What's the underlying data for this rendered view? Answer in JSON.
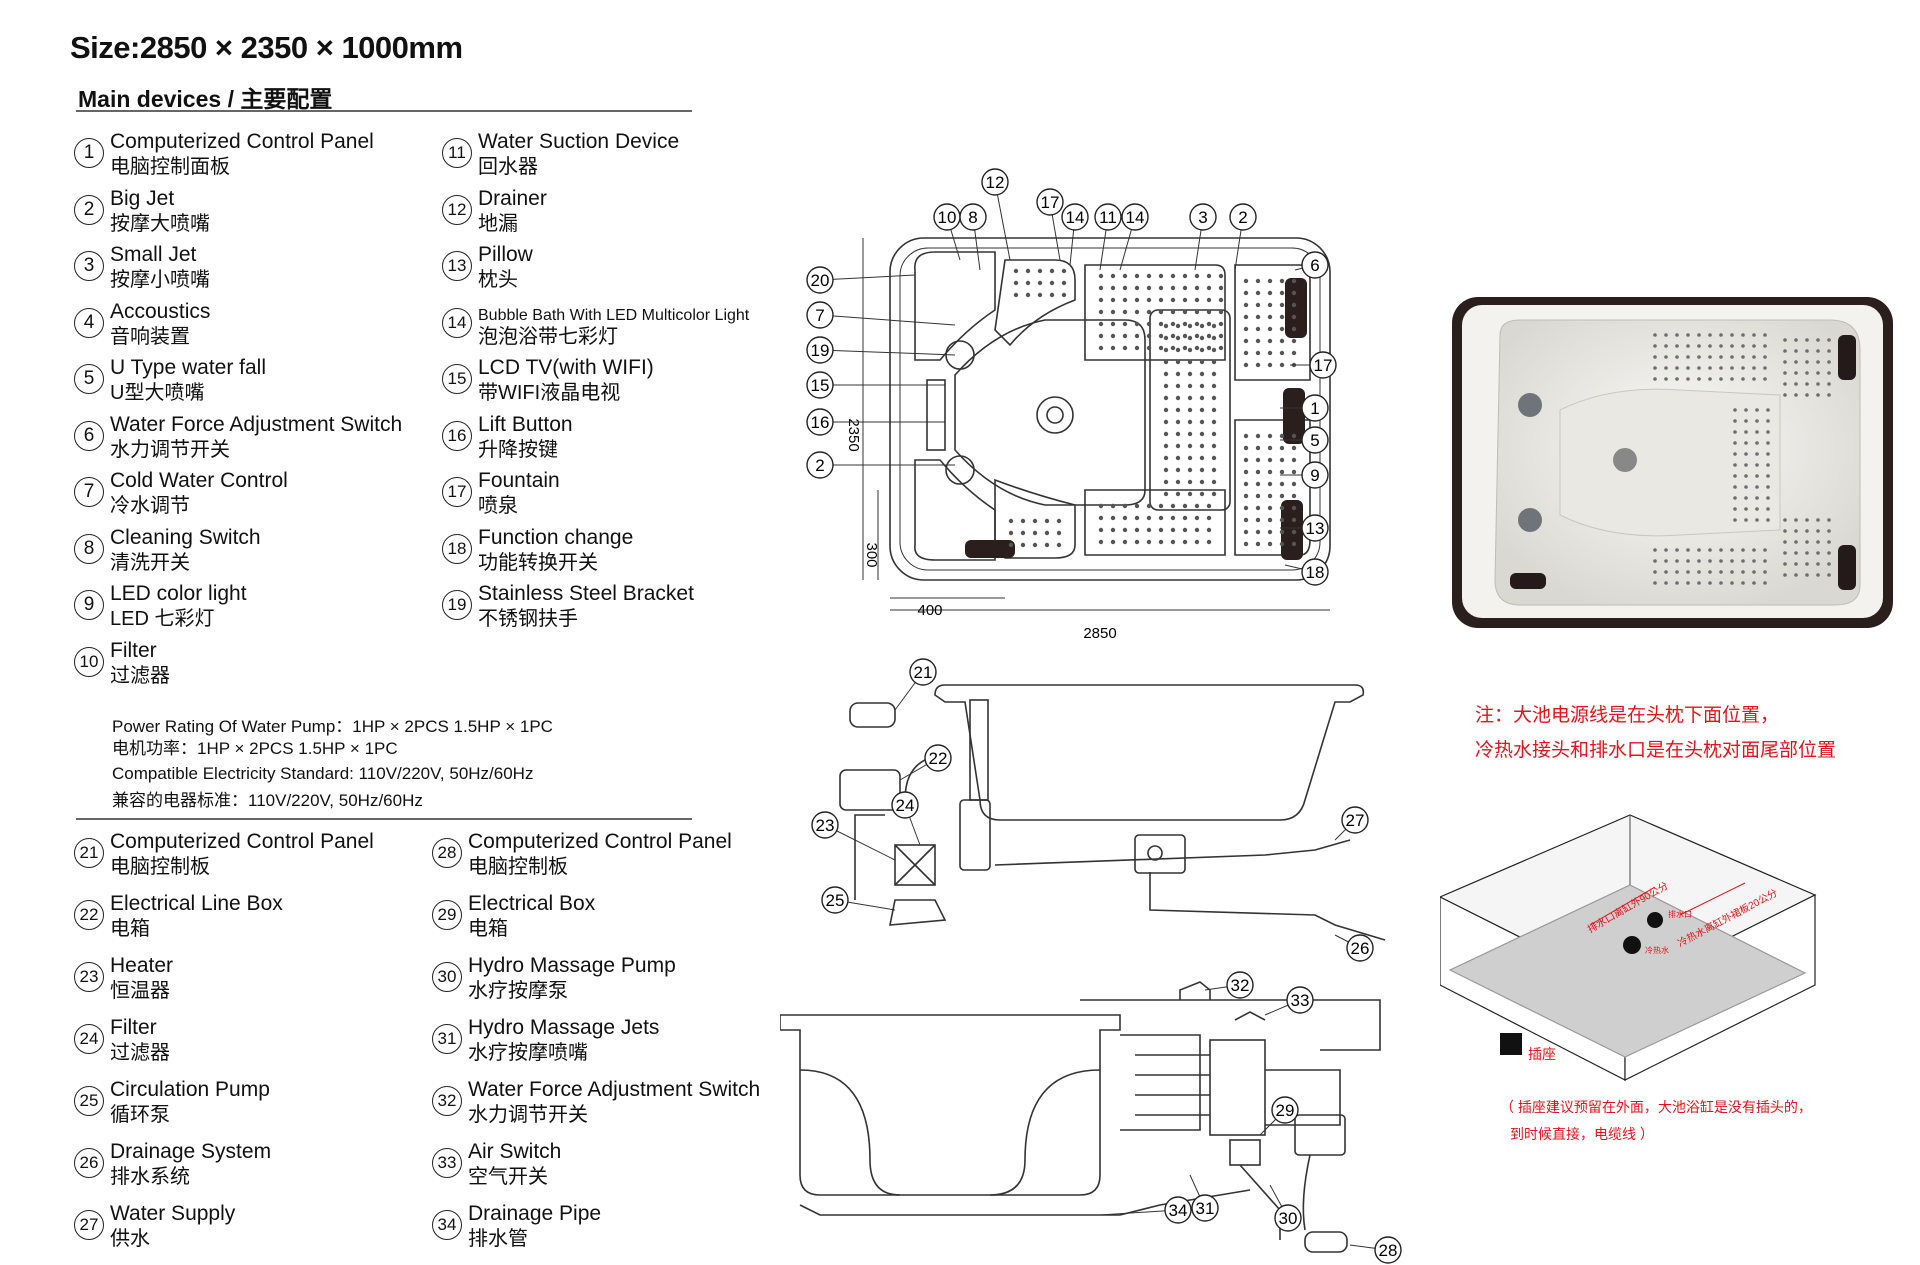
{
  "header": {
    "size": "Size:2850 × 2350 × 1000mm",
    "main_devices": "Main devices / 主要配置"
  },
  "devices_a": [
    {
      "n": "1",
      "en": "Computerized Control Panel",
      "zh": "电脑控制面板"
    },
    {
      "n": "2",
      "en": "Big Jet",
      "zh": "按摩大喷嘴"
    },
    {
      "n": "3",
      "en": "Small Jet",
      "zh": "按摩小喷嘴"
    },
    {
      "n": "4",
      "en": "Accoustics",
      "zh": "音响装置"
    },
    {
      "n": "5",
      "en": "U Type water fall",
      "zh": "U型大喷嘴"
    },
    {
      "n": "6",
      "en": "Water Force Adjustment Switch",
      "zh": "水力调节开关"
    },
    {
      "n": "7",
      "en": "Cold Water Control",
      "zh": "冷水调节"
    },
    {
      "n": "8",
      "en": "Cleaning Switch",
      "zh": "清洗开关"
    },
    {
      "n": "9",
      "en": "LED color light",
      "zh": "LED 七彩灯"
    },
    {
      "n": "10",
      "en": "Filter",
      "zh": "过滤器"
    },
    {
      "n": "11",
      "en": "Water Suction Device",
      "zh": "回水器"
    },
    {
      "n": "12",
      "en": "Drainer",
      "zh": "地漏"
    },
    {
      "n": "13",
      "en": "Pillow",
      "zh": "枕头"
    },
    {
      "n": "14",
      "en": "Bubble Bath With LED Multicolor Light",
      "zh": "泡泡浴带七彩灯"
    },
    {
      "n": "15",
      "en": "LCD   TV(with WIFI)",
      "zh": "带WIFI液晶电视"
    },
    {
      "n": "16",
      "en": "Lift Button",
      "zh": "升降按键"
    },
    {
      "n": "17",
      "en": "Fountain",
      "zh": "喷泉"
    },
    {
      "n": "18",
      "en": "Function change",
      "zh": "功能转换开关"
    },
    {
      "n": "19",
      "en": "Stainless Steel Bracket",
      "zh": "不锈钢扶手"
    }
  ],
  "specs": {
    "power_en": "Power Rating Of Water Pump：1HP × 2PCS   1.5HP × 1PC",
    "power_zh": "电机功率：1HP × 2PCS   1.5HP × 1PC",
    "elec_en": "Compatible Electricity Standard:   110V/220V, 50Hz/60Hz",
    "elec_zh": "兼容的电器标准：110V/220V, 50Hz/60Hz"
  },
  "devices_b": [
    {
      "n": "21",
      "en": "Computerized Control Panel",
      "zh": "电脑控制板"
    },
    {
      "n": "22",
      "en": "Electrical Line Box",
      "zh": "电箱"
    },
    {
      "n": "23",
      "en": "Heater",
      "zh": "恒温器"
    },
    {
      "n": "24",
      "en": "Filter",
      "zh": "过滤器"
    },
    {
      "n": "25",
      "en": "Circulation Pump",
      "zh": "循环泵"
    },
    {
      "n": "26",
      "en": "Drainage System",
      "zh": "排水系统"
    },
    {
      "n": "27",
      "en": "Water Supply",
      "zh": "供水"
    },
    {
      "n": "28",
      "en": "Computerized Control Panel",
      "zh": "电脑控制板"
    },
    {
      "n": "29",
      "en": "Electrical  Box",
      "zh": "电箱"
    },
    {
      "n": "30",
      "en": "Hydro Massage Pump",
      "zh": "水疗按摩泵"
    },
    {
      "n": "31",
      "en": "Hydro Massage Jets",
      "zh": "水疗按摩喷嘴"
    },
    {
      "n": "32",
      "en": "Water Force Adjustment Switch",
      "zh": "水力调节开关"
    },
    {
      "n": "33",
      "en": "Air Switch",
      "zh": "空气开关"
    },
    {
      "n": "34",
      "en": "Drainage Pipe",
      "zh": "排水管"
    }
  ],
  "top_view": {
    "dim_2350": "2350",
    "dim_300": "300",
    "dim_400": "400",
    "dim_2850": "2850",
    "callouts": [
      "12",
      "10",
      "8",
      "17",
      "14",
      "11",
      "14",
      "3",
      "2",
      "6",
      "20",
      "7",
      "19",
      "15",
      "16",
      "2",
      "17",
      "1",
      "5",
      "9",
      "13",
      "18"
    ]
  },
  "side_view": {
    "callouts": [
      "21",
      "22",
      "24",
      "23",
      "27",
      "25",
      "26"
    ]
  },
  "bottom_view": {
    "callouts": [
      "32",
      "33",
      "29",
      "34",
      "31",
      "30",
      "28"
    ]
  },
  "notes": {
    "line1": "注：大池电源线是在头枕下面位置，",
    "line2": "冷热水接头和排水口是在头枕对面尾部位置",
    "box_label1": "排水口离缸外90公分",
    "box_label2": "冷热水离缸外裙板20公分",
    "box_label3": "排水口",
    "box_label4": "冷热水",
    "socket": "插座",
    "foot1": "（ 插座建议预留在外面，大池浴缸是没有插头的，",
    "foot2": "到时候直接，电缆线 ）"
  },
  "colors": {
    "note_red": "#e5141b",
    "tub_shell": "#2b1f1e",
    "floor_grey": "#cfcfcf"
  }
}
